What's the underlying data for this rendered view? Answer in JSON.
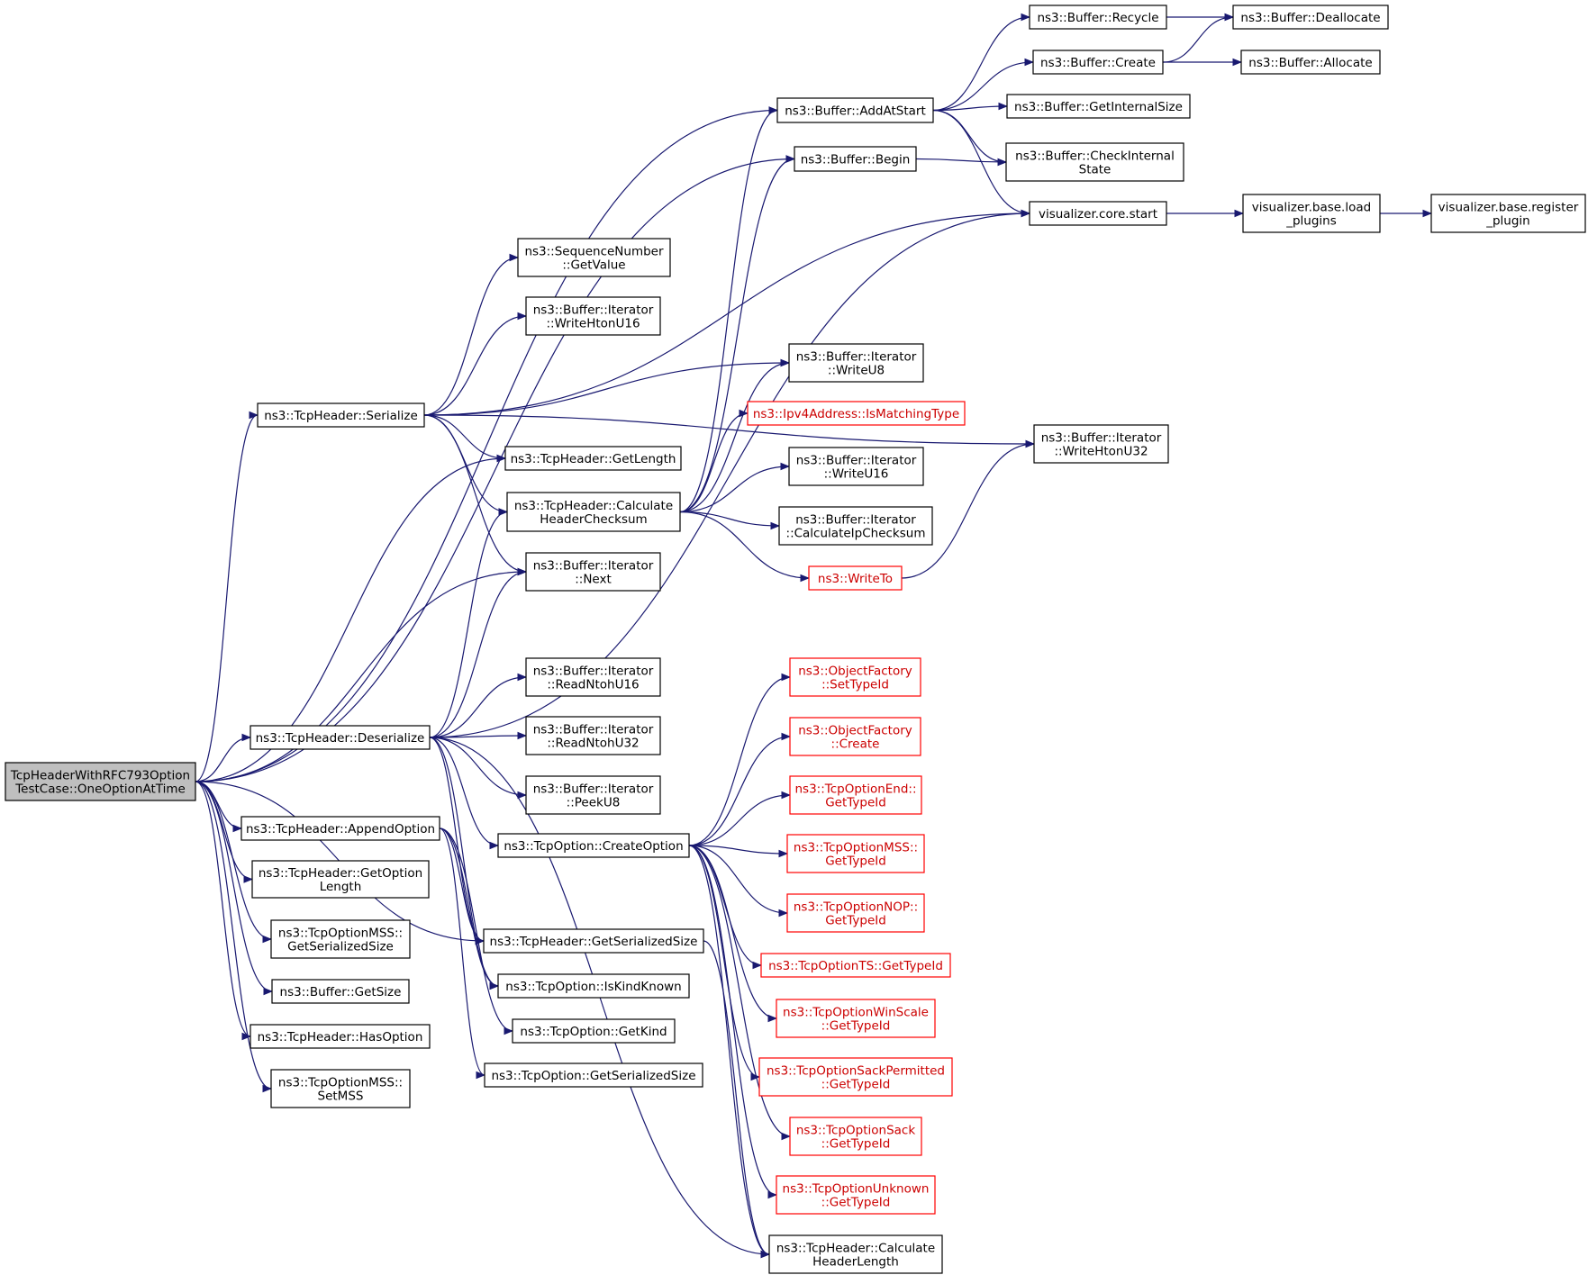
{
  "diagram": {
    "colors": {
      "edge": "#191970",
      "node_border": "#000000",
      "truncated_border": "#ff0000",
      "root_fill": "#bfbfbf"
    },
    "nodes": [
      {
        "id": "root",
        "lines": [
          "TcpHeaderWithRFC793Option",
          "TestCase::OneOptionAtTime"
        ],
        "kind": "root"
      },
      {
        "id": "serialize",
        "lines": [
          "ns3::TcpHeader::Serialize"
        ]
      },
      {
        "id": "deserialize",
        "lines": [
          "ns3::TcpHeader::Deserialize"
        ]
      },
      {
        "id": "appendOption",
        "lines": [
          "ns3::TcpHeader::AppendOption"
        ]
      },
      {
        "id": "getOptionLength",
        "lines": [
          "ns3::TcpHeader::GetOption",
          "Length"
        ]
      },
      {
        "id": "mssGetSerializedSize",
        "lines": [
          "ns3::TcpOptionMSS::",
          "GetSerializedSize"
        ]
      },
      {
        "id": "bufferGetSize",
        "lines": [
          "ns3::Buffer::GetSize"
        ]
      },
      {
        "id": "hasOption",
        "lines": [
          "ns3::TcpHeader::HasOption"
        ]
      },
      {
        "id": "setMSS",
        "lines": [
          "ns3::TcpOptionMSS::",
          "SetMSS"
        ]
      },
      {
        "id": "addAtStart",
        "lines": [
          "ns3::Buffer::AddAtStart"
        ]
      },
      {
        "id": "begin",
        "lines": [
          "ns3::Buffer::Begin"
        ]
      },
      {
        "id": "seqGetValue",
        "lines": [
          "ns3::SequenceNumber",
          "::GetValue"
        ]
      },
      {
        "id": "writeHtonU16",
        "lines": [
          "ns3::Buffer::Iterator",
          "::WriteHtonU16"
        ]
      },
      {
        "id": "getLength",
        "lines": [
          "ns3::TcpHeader::GetLength"
        ]
      },
      {
        "id": "calcHeaderChecksum",
        "lines": [
          "ns3::TcpHeader::Calculate",
          "HeaderChecksum"
        ]
      },
      {
        "id": "iterNext",
        "lines": [
          "ns3::Buffer::Iterator",
          "::Next"
        ]
      },
      {
        "id": "readNtohU16",
        "lines": [
          "ns3::Buffer::Iterator",
          "::ReadNtohU16"
        ]
      },
      {
        "id": "readNtohU32",
        "lines": [
          "ns3::Buffer::Iterator",
          "::ReadNtohU32"
        ]
      },
      {
        "id": "peekU8",
        "lines": [
          "ns3::Buffer::Iterator",
          "::PeekU8"
        ]
      },
      {
        "id": "createOption",
        "lines": [
          "ns3::TcpOption::CreateOption"
        ]
      },
      {
        "id": "headerGetSerializedSize",
        "lines": [
          "ns3::TcpHeader::GetSerializedSize"
        ]
      },
      {
        "id": "isKindKnown",
        "lines": [
          "ns3::TcpOption::IsKindKnown"
        ]
      },
      {
        "id": "getKind",
        "lines": [
          "ns3::TcpOption::GetKind"
        ]
      },
      {
        "id": "optionGetSerializedSize",
        "lines": [
          "ns3::TcpOption::GetSerializedSize"
        ]
      },
      {
        "id": "recycle",
        "lines": [
          "ns3::Buffer::Recycle"
        ]
      },
      {
        "id": "create",
        "lines": [
          "ns3::Buffer::Create"
        ]
      },
      {
        "id": "getInternalSize",
        "lines": [
          "ns3::Buffer::GetInternalSize"
        ]
      },
      {
        "id": "checkInternalState",
        "lines": [
          "ns3::Buffer::CheckInternal",
          "State"
        ]
      },
      {
        "id": "vizStart",
        "lines": [
          "visualizer.core.start"
        ]
      },
      {
        "id": "writeU8",
        "lines": [
          "ns3::Buffer::Iterator",
          "::WriteU8"
        ]
      },
      {
        "id": "ipv4IsMatchingType",
        "lines": [
          "ns3::Ipv4Address::IsMatchingType"
        ],
        "kind": "truncated"
      },
      {
        "id": "writeU16",
        "lines": [
          "ns3::Buffer::Iterator",
          "::WriteU16"
        ]
      },
      {
        "id": "calcIpChecksum",
        "lines": [
          "ns3::Buffer::Iterator",
          "::CalculateIpChecksum"
        ]
      },
      {
        "id": "writeTo",
        "lines": [
          "ns3::WriteTo"
        ],
        "kind": "truncated"
      },
      {
        "id": "ofSetTypeId",
        "lines": [
          "ns3::ObjectFactory",
          "::SetTypeId"
        ],
        "kind": "truncated"
      },
      {
        "id": "ofCreate",
        "lines": [
          "ns3::ObjectFactory",
          "::Create"
        ],
        "kind": "truncated"
      },
      {
        "id": "endGetTypeId",
        "lines": [
          "ns3::TcpOptionEnd::",
          "GetTypeId"
        ],
        "kind": "truncated"
      },
      {
        "id": "mssGetTypeId",
        "lines": [
          "ns3::TcpOptionMSS::",
          "GetTypeId"
        ],
        "kind": "truncated"
      },
      {
        "id": "nopGetTypeId",
        "lines": [
          "ns3::TcpOptionNOP::",
          "GetTypeId"
        ],
        "kind": "truncated"
      },
      {
        "id": "tsGetTypeId",
        "lines": [
          "ns3::TcpOptionTS::GetTypeId"
        ],
        "kind": "truncated"
      },
      {
        "id": "winScaleGetTypeId",
        "lines": [
          "ns3::TcpOptionWinScale",
          "::GetTypeId"
        ],
        "kind": "truncated"
      },
      {
        "id": "sackPermGetTypeId",
        "lines": [
          "ns3::TcpOptionSackPermitted",
          "::GetTypeId"
        ],
        "kind": "truncated"
      },
      {
        "id": "sackGetTypeId",
        "lines": [
          "ns3::TcpOptionSack",
          "::GetTypeId"
        ],
        "kind": "truncated"
      },
      {
        "id": "unknownGetTypeId",
        "lines": [
          "ns3::TcpOptionUnknown",
          "::GetTypeId"
        ],
        "kind": "truncated"
      },
      {
        "id": "calcHeaderLength",
        "lines": [
          "ns3::TcpHeader::Calculate",
          "HeaderLength"
        ]
      },
      {
        "id": "deallocate",
        "lines": [
          "ns3::Buffer::Deallocate"
        ]
      },
      {
        "id": "allocate",
        "lines": [
          "ns3::Buffer::Allocate"
        ]
      },
      {
        "id": "writeHtonU32",
        "lines": [
          "ns3::Buffer::Iterator",
          "::WriteHtonU32"
        ]
      },
      {
        "id": "vizLoadPlugins",
        "lines": [
          "visualizer.base.load",
          "_plugins"
        ]
      },
      {
        "id": "vizRegisterPlugin",
        "lines": [
          "visualizer.base.register",
          "_plugin"
        ]
      }
    ],
    "edges": [
      [
        "root",
        "addAtStart"
      ],
      [
        "root",
        "begin"
      ],
      [
        "root",
        "serialize"
      ],
      [
        "root",
        "getLength"
      ],
      [
        "root",
        "iterNext"
      ],
      [
        "root",
        "deserialize"
      ],
      [
        "root",
        "appendOption"
      ],
      [
        "root",
        "getOptionLength"
      ],
      [
        "root",
        "mssGetSerializedSize"
      ],
      [
        "root",
        "bufferGetSize"
      ],
      [
        "root",
        "hasOption"
      ],
      [
        "root",
        "setMSS"
      ],
      [
        "root",
        "headerGetSerializedSize"
      ],
      [
        "serialize",
        "vizStart"
      ],
      [
        "serialize",
        "seqGetValue"
      ],
      [
        "serialize",
        "writeHtonU16"
      ],
      [
        "serialize",
        "writeHtonU32"
      ],
      [
        "serialize",
        "writeU8"
      ],
      [
        "serialize",
        "getLength"
      ],
      [
        "serialize",
        "calcHeaderChecksum"
      ],
      [
        "serialize",
        "iterNext"
      ],
      [
        "deserialize",
        "calcHeaderChecksum"
      ],
      [
        "deserialize",
        "iterNext"
      ],
      [
        "deserialize",
        "vizStart"
      ],
      [
        "deserialize",
        "readNtohU16"
      ],
      [
        "deserialize",
        "readNtohU32"
      ],
      [
        "deserialize",
        "peekU8"
      ],
      [
        "deserialize",
        "createOption"
      ],
      [
        "deserialize",
        "headerGetSerializedSize"
      ],
      [
        "deserialize",
        "isKindKnown"
      ],
      [
        "deserialize",
        "calcHeaderLength"
      ],
      [
        "appendOption",
        "headerGetSerializedSize"
      ],
      [
        "appendOption",
        "isKindKnown"
      ],
      [
        "appendOption",
        "getKind"
      ],
      [
        "appendOption",
        "optionGetSerializedSize"
      ],
      [
        "calcHeaderChecksum",
        "addAtStart"
      ],
      [
        "calcHeaderChecksum",
        "begin"
      ],
      [
        "calcHeaderChecksum",
        "writeU8"
      ],
      [
        "calcHeaderChecksum",
        "ipv4IsMatchingType"
      ],
      [
        "calcHeaderChecksum",
        "writeU16"
      ],
      [
        "calcHeaderChecksum",
        "calcIpChecksum"
      ],
      [
        "calcHeaderChecksum",
        "writeTo"
      ],
      [
        "createOption",
        "ofSetTypeId"
      ],
      [
        "createOption",
        "ofCreate"
      ],
      [
        "createOption",
        "endGetTypeId"
      ],
      [
        "createOption",
        "mssGetTypeId"
      ],
      [
        "createOption",
        "nopGetTypeId"
      ],
      [
        "createOption",
        "tsGetTypeId"
      ],
      [
        "createOption",
        "winScaleGetTypeId"
      ],
      [
        "createOption",
        "sackPermGetTypeId"
      ],
      [
        "createOption",
        "sackGetTypeId"
      ],
      [
        "createOption",
        "unknownGetTypeId"
      ],
      [
        "createOption",
        "calcHeaderLength"
      ],
      [
        "headerGetSerializedSize",
        "calcHeaderLength"
      ],
      [
        "addAtStart",
        "recycle"
      ],
      [
        "addAtStart",
        "create"
      ],
      [
        "addAtStart",
        "getInternalSize"
      ],
      [
        "addAtStart",
        "checkInternalState"
      ],
      [
        "addAtStart",
        "vizStart"
      ],
      [
        "begin",
        "checkInternalState"
      ],
      [
        "recycle",
        "deallocate"
      ],
      [
        "create",
        "deallocate"
      ],
      [
        "create",
        "allocate"
      ],
      [
        "writeTo",
        "writeHtonU32"
      ],
      [
        "vizStart",
        "vizLoadPlugins"
      ],
      [
        "vizLoadPlugins",
        "vizRegisterPlugin"
      ]
    ]
  }
}
